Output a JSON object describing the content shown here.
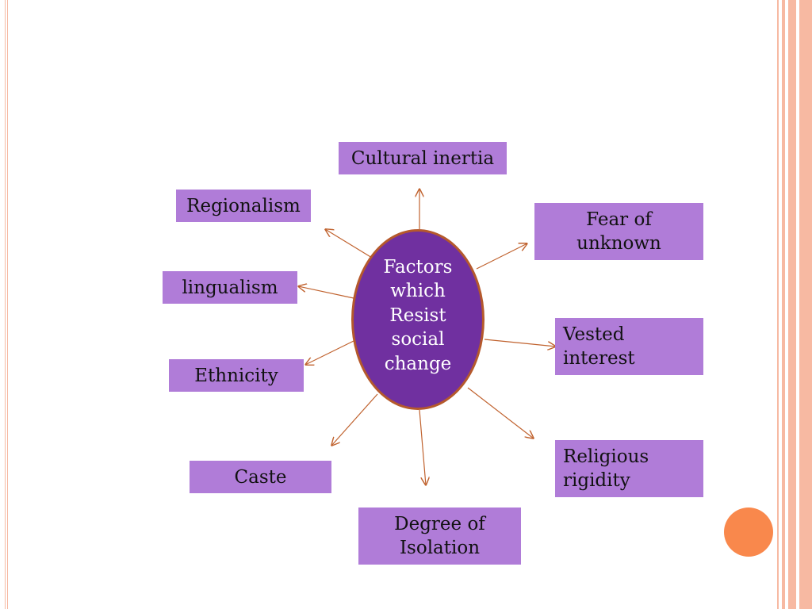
{
  "diagram": {
    "center": {
      "label": "Factors\nwhich\nResist\nsocial\nchange"
    },
    "factors": [
      {
        "id": "cultural-inertia",
        "label": "Cultural inertia"
      },
      {
        "id": "regionalism",
        "label": "Regionalism"
      },
      {
        "id": "fear-of-unknown",
        "label": "Fear of\nunknown"
      },
      {
        "id": "lingualism",
        "label": "lingualism"
      },
      {
        "id": "vested-interest",
        "label": "Vested\ninterest"
      },
      {
        "id": "ethnicity",
        "label": "Ethnicity"
      },
      {
        "id": "religious-rigidity",
        "label": "Religious\nrigidity"
      },
      {
        "id": "caste",
        "label": "Caste"
      },
      {
        "id": "degree-of-isolation",
        "label": "Degree of\nIsolation"
      }
    ]
  },
  "colors": {
    "center_fill": "#7030a0",
    "center_border": "#b5592c",
    "box_fill": "#b07cd8",
    "arrow": "#c0622e",
    "accent_circle": "#f9884c",
    "side_lines": "#f7b9a2"
  }
}
